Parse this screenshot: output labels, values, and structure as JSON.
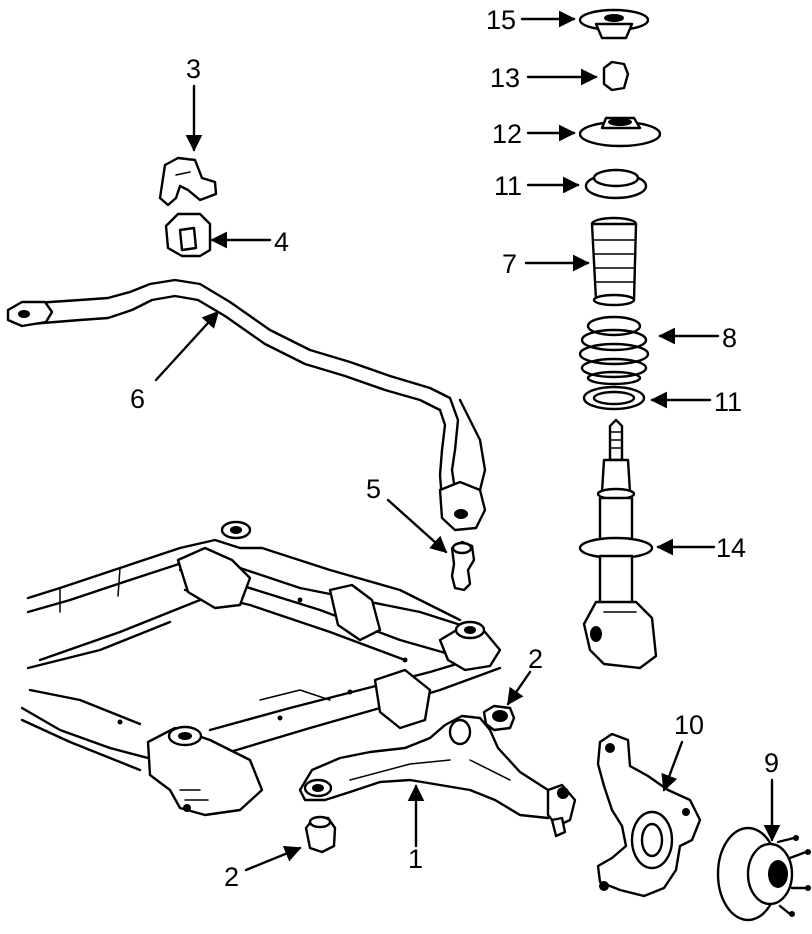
{
  "callouts": {
    "c1": "1",
    "c2a": "2",
    "c2b": "2",
    "c3": "3",
    "c4": "4",
    "c5": "5",
    "c6": "6",
    "c7": "7",
    "c8": "8",
    "c9": "9",
    "c10": "10",
    "c11a": "11",
    "c11b": "11",
    "c12": "12",
    "c13": "13",
    "c14": "14",
    "c15": "15"
  }
}
